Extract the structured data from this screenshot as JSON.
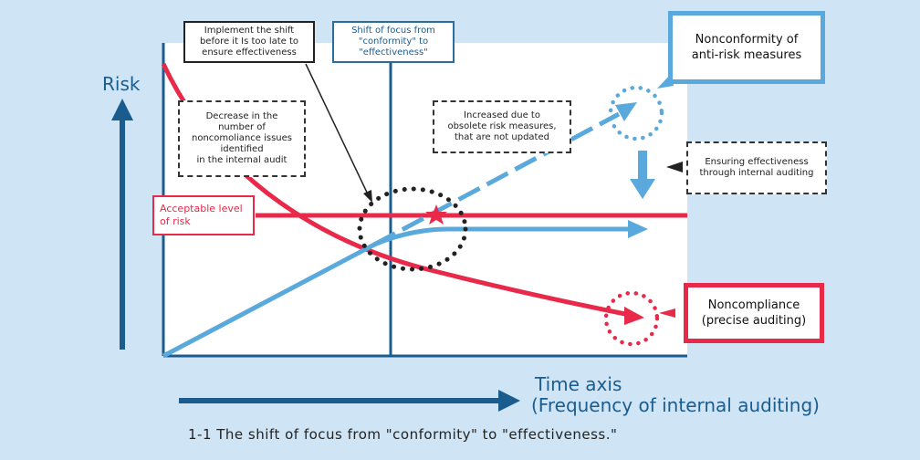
{
  "axes": {
    "y_label": "Risk",
    "x_label_line1": "Time axis",
    "x_label_line2": "(Frequency of internal auditing)"
  },
  "callouts": {
    "implement_shift": [
      "Implement the shift",
      "before it Is too late to",
      "ensure effectiveness"
    ],
    "shift_focus": [
      "Shift of focus from",
      "\"conformity\" to",
      "\"effectiveness\""
    ],
    "decrease_noncompliance": [
      "Decrease in the",
      "number of",
      "noncomoliance issues",
      "identified",
      "in the internal audit"
    ],
    "increased_obsolete": [
      "Increased due to",
      "obsolete risk measures,",
      "that are not updated"
    ],
    "ensuring_effectiveness": [
      "Ensuring effectiveness",
      "through internal auditing"
    ],
    "acceptable_level": [
      "Acceptable level",
      "of risk"
    ],
    "nonconformity": [
      "Nonconformity of",
      "anti-risk measures"
    ],
    "noncompliance": [
      "Noncompliance",
      "(precise auditing)"
    ]
  },
  "caption": "1-1 The shift of focus from \"conformity\" to \"effectiveness.\"",
  "colors": {
    "red": "#e8294a",
    "light_blue": "#5aa9dc",
    "dark_blue": "#1b5c8e",
    "background": "#cfe5f5"
  }
}
